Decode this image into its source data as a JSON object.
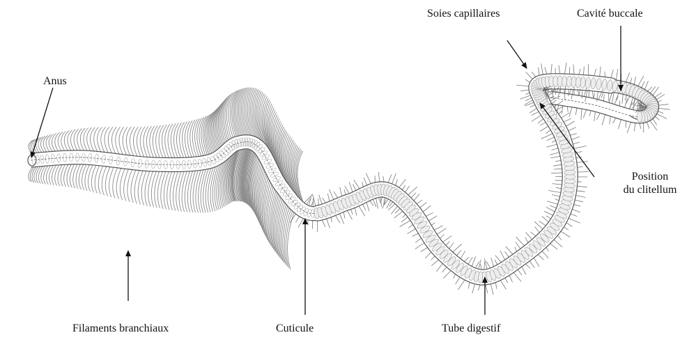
{
  "diagram": {
    "labels": {
      "soies": "Soies capillaires",
      "cavite": "Cavité buccale",
      "anus": "Anus",
      "position": "Position",
      "clitellum": "du clitellum",
      "filaments": "Filaments branchiaux",
      "cuticule": "Cuticule",
      "tube": "Tube digestif"
    },
    "colors": {
      "ink": "#111111",
      "body_line": "#555555",
      "filament": "#8a8a8a",
      "segment_fill": "#eeeeee",
      "background": "#ffffff"
    }
  }
}
